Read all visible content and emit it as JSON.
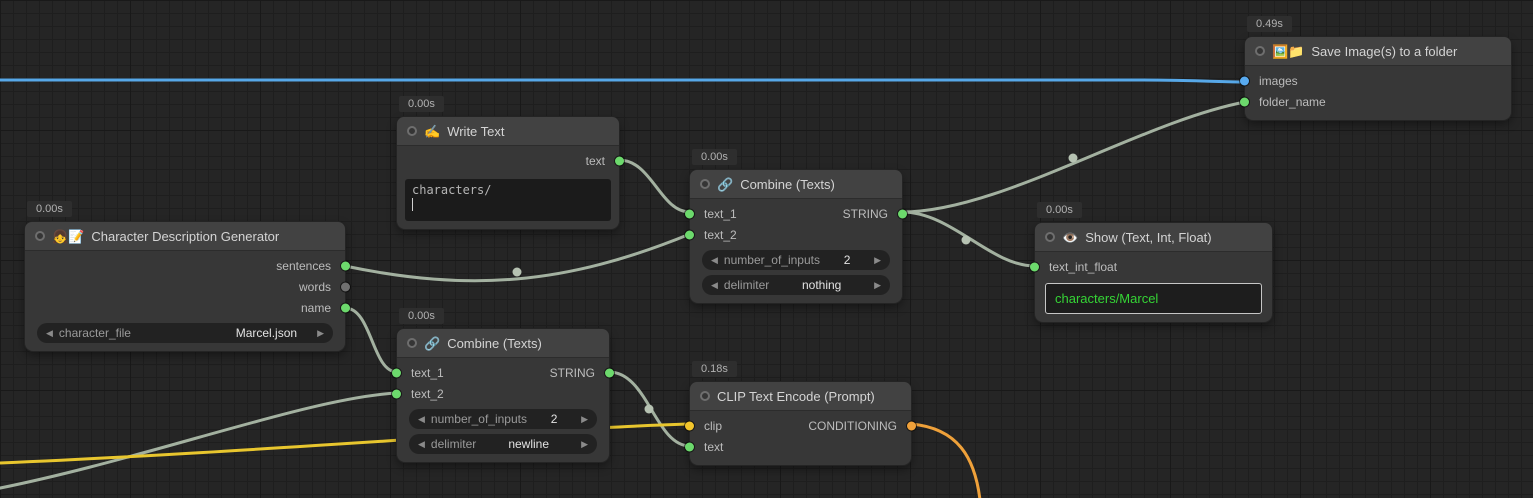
{
  "ui": {
    "stepper_left": "◀",
    "stepper_right": "▶"
  },
  "colors": {
    "wire_green": "#a3b1a0",
    "wire_blue": "#57a8e8",
    "wire_yellow": "#e8c62e",
    "wire_orange": "#efa13a",
    "port_green": "#6cd96c",
    "port_gray": "#707070",
    "port_blue": "#58aaf0",
    "port_yellow": "#f2c52c",
    "port_orange": "#f0a13a"
  },
  "nodes": {
    "char_gen": {
      "timer": "0.00s",
      "icon": "👧📝",
      "title": "Character Description Generator",
      "outputs": [
        {
          "label": "sentences"
        },
        {
          "label": "words"
        },
        {
          "label": "name"
        }
      ],
      "widgets": [
        {
          "label": "character_file",
          "value": "Marcel.json"
        }
      ]
    },
    "write_text": {
      "timer": "0.00s",
      "icon": "✍️",
      "title": "Write Text",
      "outputs": [
        {
          "label": "text"
        }
      ],
      "text_value": "characters/"
    },
    "combine_top": {
      "timer": "0.00s",
      "icon": "🔗",
      "title": "Combine (Texts)",
      "inputs": [
        {
          "label": "text_1"
        },
        {
          "label": "text_2"
        }
      ],
      "outputs": [
        {
          "label": "STRING"
        }
      ],
      "widgets": [
        {
          "label": "number_of_inputs",
          "value": "2"
        },
        {
          "label": "delimiter",
          "value": "nothing"
        }
      ]
    },
    "combine_bottom": {
      "timer": "0.00s",
      "icon": "🔗",
      "title": "Combine (Texts)",
      "inputs": [
        {
          "label": "text_1"
        },
        {
          "label": "text_2"
        }
      ],
      "outputs": [
        {
          "label": "STRING"
        }
      ],
      "widgets": [
        {
          "label": "number_of_inputs",
          "value": "2"
        },
        {
          "label": "delimiter",
          "value": "newline"
        }
      ]
    },
    "show": {
      "timer": "0.00s",
      "icon": "👁️",
      "title": "Show (Text, Int, Float)",
      "inputs": [
        {
          "label": "text_int_float"
        }
      ],
      "display_value": "characters/Marcel"
    },
    "save": {
      "timer": "0.49s",
      "icon": "🖼️📁",
      "title": "Save Image(s) to a folder",
      "inputs": [
        {
          "label": "images"
        },
        {
          "label": "folder_name"
        }
      ]
    },
    "clip": {
      "timer": "0.18s",
      "title": "CLIP Text Encode (Prompt)",
      "inputs": [
        {
          "label": "clip"
        },
        {
          "label": "text"
        }
      ],
      "outputs": [
        {
          "label": "CONDITIONING"
        }
      ]
    }
  }
}
